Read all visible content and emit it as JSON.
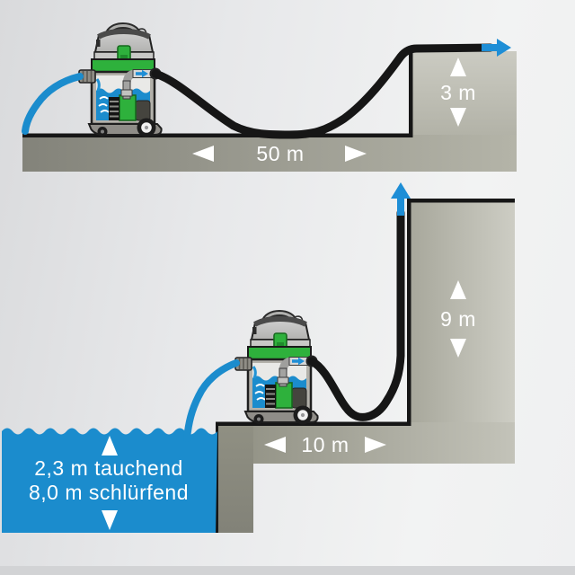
{
  "diagram": {
    "top_scene": {
      "horizontal_distance": "50 m",
      "wall_height": "3 m"
    },
    "bottom_scene": {
      "horizontal_distance": "10 m",
      "wall_height": "9 m",
      "suction_depth_line1": "2,3 m tauchend",
      "suction_depth_line2": "8,0 m schlürfend"
    }
  },
  "colors": {
    "water_blue": "#1b8ccd",
    "arrow_blue": "#1e8ed6",
    "machine_green": "#2eb13c",
    "hose_black": "#161616",
    "edge_black": "#161616"
  }
}
